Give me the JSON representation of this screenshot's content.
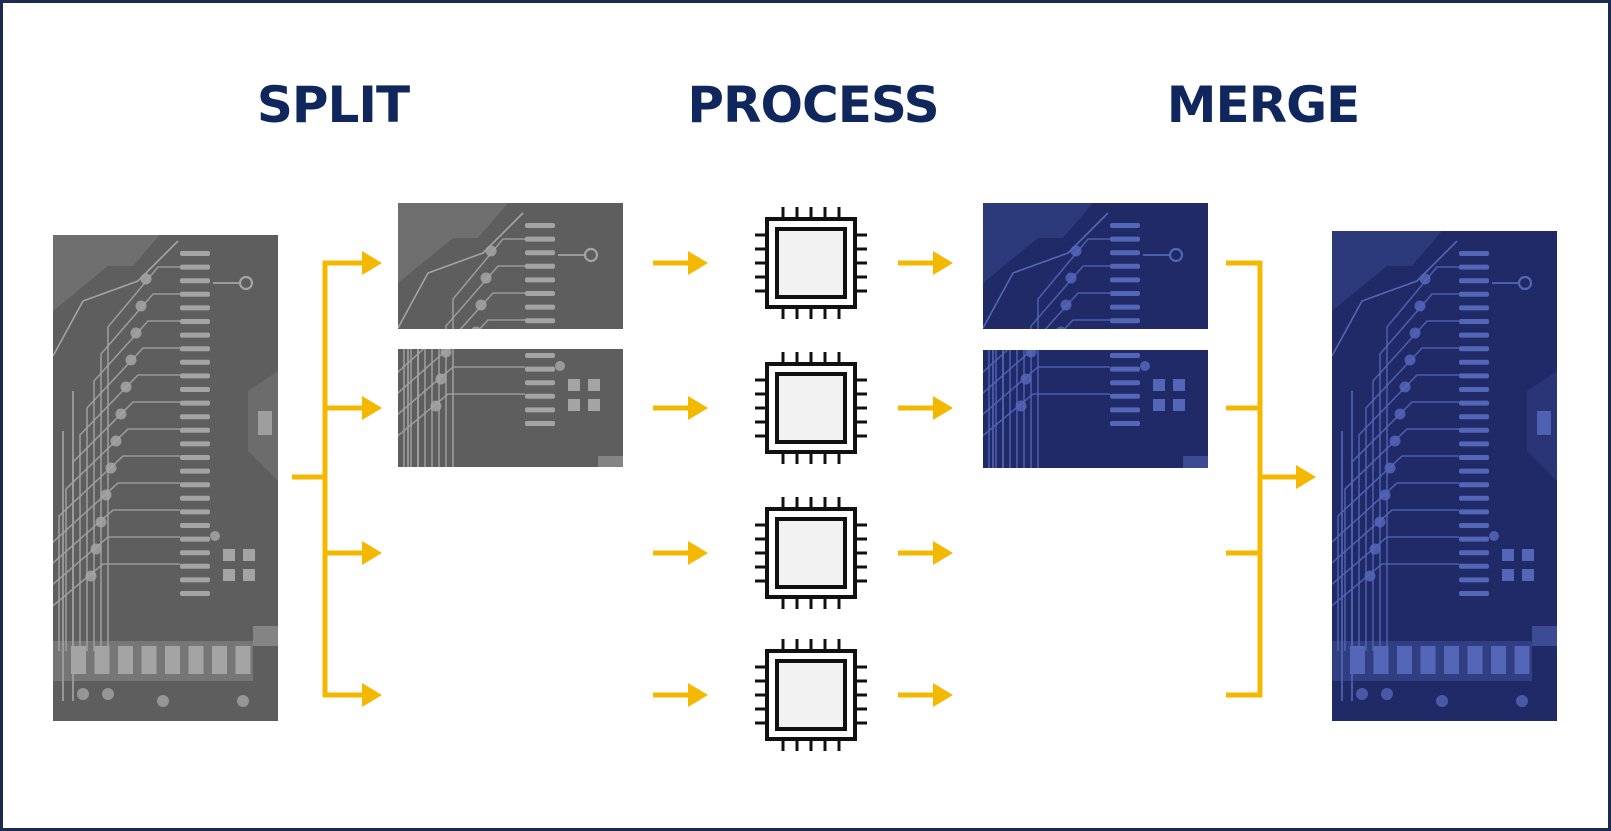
{
  "headings": {
    "split": "SPLIT",
    "process": "PROCESS",
    "merge": "MERGE"
  },
  "colors": {
    "heading": "#10275e",
    "frame": "#1b2a4e",
    "arrow": "#f5b800",
    "gray_board": "#5e5e5e",
    "gray_trace": "#a4a4a4",
    "blue_board": "#1f2a66",
    "blue_trace": "#5366b8",
    "chip_stroke": "#111111",
    "chip_fill": "#f2f2f2"
  },
  "icons": {
    "processor": "cpu-chip-icon",
    "board": "circuit-board-image"
  },
  "pipeline": {
    "chunks": 4,
    "processors": 4
  }
}
